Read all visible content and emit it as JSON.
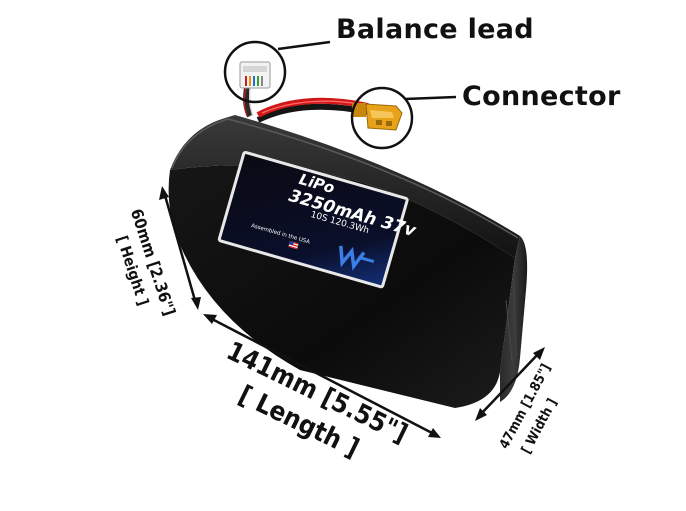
{
  "callouts": {
    "balance_lead": "Balance lead",
    "connector": "Connector"
  },
  "label": {
    "chemistry": "LiPo",
    "capacity_voltage": "3250mAh 37v",
    "config_energy": "10S 120.3Wh",
    "assembled": "Assembled in the USA"
  },
  "dimensions": {
    "length_main": "141mm [5.55\"]",
    "length_sub": "[ Length ]",
    "height_main": "60mm [2.36\"]",
    "height_sub": "[ Height ]",
    "width_main": "47mm [1.85\"]",
    "width_sub": "[ Width ]"
  },
  "colors": {
    "battery_body": "#0d0d0d",
    "wire_red": "#d01818",
    "connector_yellow": "#e8a21a",
    "label_border": "#e8e8e8"
  }
}
